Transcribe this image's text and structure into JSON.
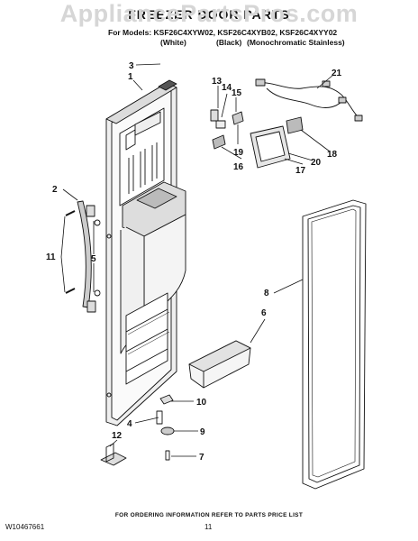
{
  "watermark": "AppliancePartsPros.com",
  "title": "FREEZER DOOR PARTS",
  "models": "For Models: KSF26C4XYW02, KSF26C4XYB02, KSF26C4XYY02",
  "variants": [
    "(White)",
    "(Black)",
    "(Monochromatic Stainless)"
  ],
  "callouts": [
    "1",
    "2",
    "3",
    "4",
    "5",
    "6",
    "7",
    "8",
    "9",
    "10",
    "11",
    "12",
    "13",
    "14",
    "15",
    "16",
    "17",
    "18",
    "19",
    "20",
    "21"
  ],
  "footer_note": "FOR ORDERING INFORMATION REFER TO PARTS PRICE LIST",
  "doc_id": "W10467661",
  "page_number": "11"
}
